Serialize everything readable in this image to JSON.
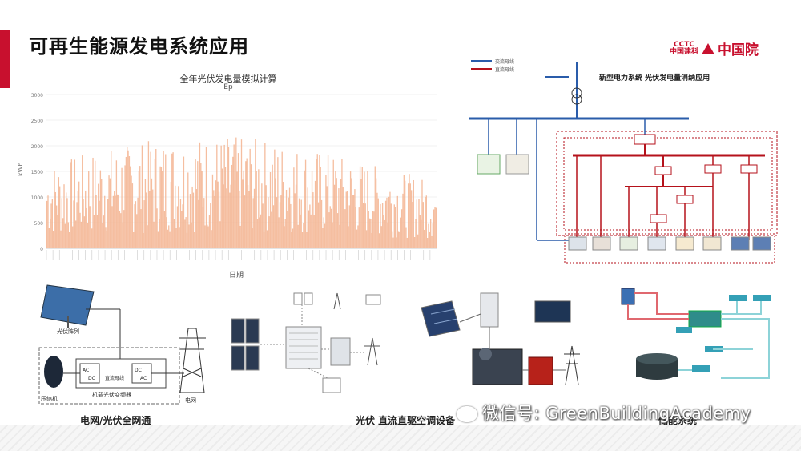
{
  "slide": {
    "title": "可再生能源发电系统应用",
    "logo_small_top": "CCTC",
    "logo_small_bottom": "中国建科",
    "logo_big": "中国院"
  },
  "chart_data": {
    "type": "area",
    "title": "全年光伏发电量模拟计算",
    "series_label": "Ep",
    "ylabel": "kWh",
    "xlabel": "日期",
    "ylim": [
      0,
      3000
    ],
    "yticks": [
      0,
      500,
      1000,
      1500,
      2000,
      2500,
      3000
    ],
    "series": [
      {
        "name": "Ep",
        "color": "#f3b38f"
      }
    ],
    "grid": true
  },
  "diagram_power": {
    "title": "新型电力系统  光伏发电量消纳应用",
    "legend": [
      "交流母线",
      "直流母线"
    ],
    "colors": {
      "ac": "#2a5caa",
      "dc": "#b5121b"
    }
  },
  "panels": {
    "grid_pv": {
      "caption": "电网/光伏全网通",
      "pv_label": "光伏阵列",
      "compressor_label": "压缩机",
      "converter_label": "机载光伏变频器",
      "grid_label": "电网",
      "bus_label": "直流母线"
    },
    "pv_dc": {
      "caption": "光伏 直流直驱空调设备"
    },
    "storage": {
      "caption": "储能系统"
    }
  },
  "watermark": "微信号: GreenBuildingAcademy"
}
